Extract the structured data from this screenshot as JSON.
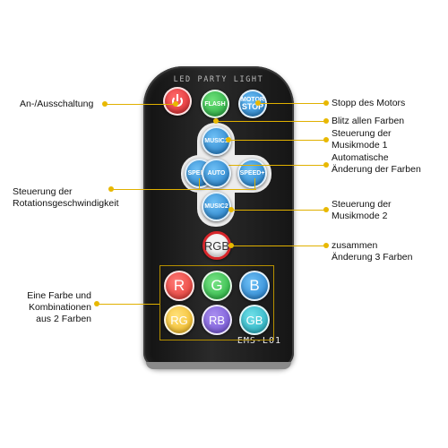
{
  "remote": {
    "title": "LED PARTY LIGHT",
    "model": "EMS-L01",
    "buttons": {
      "power_icon": "power-icon",
      "flash": "FLASH",
      "motor_stop_line1": "MOTOR",
      "motor_stop_line2": "STOP",
      "music1": "MUSIC1",
      "speed_minus": "SPEED-",
      "auto": "AUTO",
      "speed_plus": "SPEED+",
      "music2": "MUSIC2",
      "rgb": "RGB",
      "r": "R",
      "g": "G",
      "b": "B",
      "rg": "RG",
      "rb": "RB",
      "gb": "GB"
    },
    "colors": {
      "red": "#e8403c",
      "green": "#33c14a",
      "blue": "#2b86d6",
      "yellow": "#f3c12c",
      "violet": "#7a5ed6",
      "cyan": "#25b8c8",
      "callout": "#e0b000"
    }
  },
  "annotations": {
    "power": "An-/Ausschaltung",
    "motor_stop": "Stopp des Motors",
    "flash": "Blitz allen Farben",
    "music1": "Steuerung der\nMusikmode 1",
    "auto": "Automatische\nÄnderung der Farben",
    "speed": "Steuerung der\nRotationsgeschwindigkeit",
    "music2": "Steuerung der\nMusikmode 2",
    "rgb": "zusammen\nÄnderung 3 Farben",
    "colors": "Eine Farbe und\nKombinationen\naus 2 Farben"
  }
}
